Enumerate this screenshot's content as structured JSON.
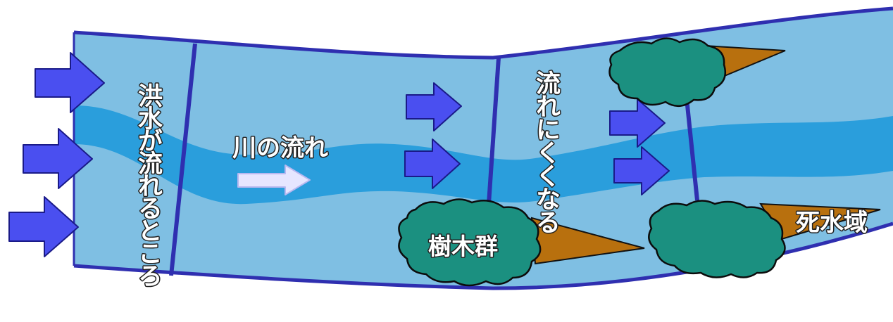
{
  "labels": {
    "flood_flow_area": "洪水が流れるところ",
    "river_flow": "川の流れ",
    "harder_to_flow": "流れにくくなる",
    "tree_group": "樹木群",
    "dead_water_zone": "死水域"
  },
  "colors": {
    "floodplain_water": "#7fbfe3",
    "main_channel": "#2a9edc",
    "bank_line": "#2f2fb0",
    "flow_arrow": "#4a4ff0",
    "river_flow_arrow": "#e6e6ff",
    "tree": "#1b9080",
    "dead_water": "#b8700e"
  },
  "icons": {
    "flood_arrow": "right-arrow-icon",
    "tree_group": "tree-cluster-icon"
  }
}
